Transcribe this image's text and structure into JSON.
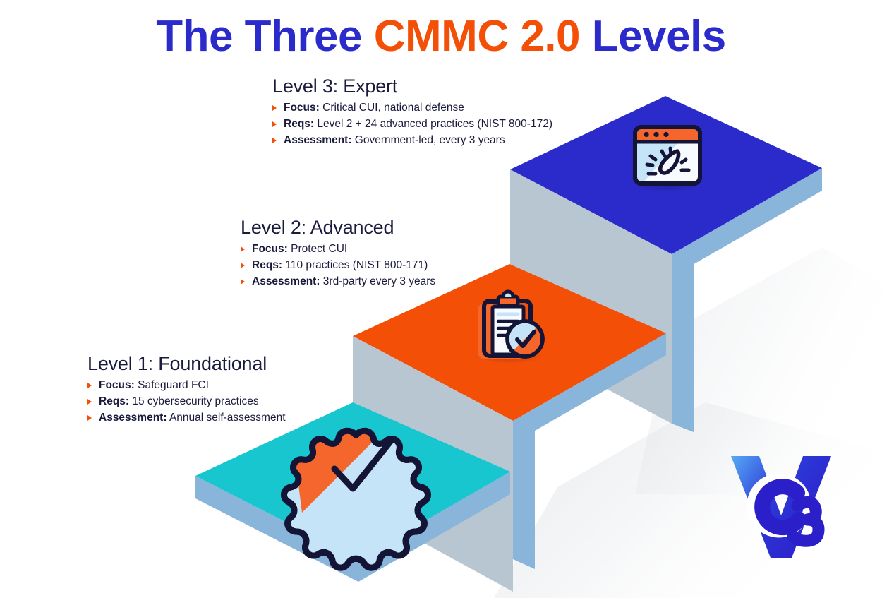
{
  "title": {
    "part1": "The Three ",
    "part2": "CMMC 2.0",
    "part3": " Levels",
    "full": "The Three CMMC 2.0 Levels"
  },
  "colors": {
    "brand_blue": "#2b2bcc",
    "brand_orange": "#f44f06",
    "brand_teal": "#17c6ce",
    "text_navy": "#1a1a3d",
    "step_side_gray": "#bcc8d3",
    "step_side_blue": "#8ab5db",
    "icon_light_blue": "#c5e4f7",
    "icon_white": "#f7fbff",
    "icon_outline": "#141436"
  },
  "levels": [
    {
      "id": "level-3",
      "heading": "Level 3: Expert",
      "step_color": "#2b2bcc",
      "icon": "browser-gauge-icon",
      "bullets": [
        {
          "label": "Focus:",
          "value": " Critical CUI, national defense"
        },
        {
          "label": "Reqs:",
          "value": " Level 2 + 24 advanced practices (NIST 800-172)"
        },
        {
          "label": "Assessment:",
          "value": " Government-led, every 3 years"
        }
      ]
    },
    {
      "id": "level-2",
      "heading": "Level 2: Advanced",
      "step_color": "#f44f06",
      "icon": "clipboard-check-icon",
      "bullets": [
        {
          "label": "Focus:",
          "value": " Protect CUI"
        },
        {
          "label": "Reqs:",
          "value": " 110 practices (NIST 800-171)"
        },
        {
          "label": "Assessment:",
          "value": " 3rd-party every 3 years"
        }
      ]
    },
    {
      "id": "level-1",
      "heading": "Level 1: Foundational",
      "step_color": "#17c6ce",
      "icon": "badge-check-icon",
      "bullets": [
        {
          "label": "Focus:",
          "value": " Safeguard FCI"
        },
        {
          "label": "Reqs:",
          "value": " 15 cybersecurity practices"
        },
        {
          "label": "Assessment:",
          "value": " Annual self-assessment"
        }
      ]
    }
  ],
  "logo": {
    "name": "v3-logo",
    "letter_v": "V",
    "letter_c": "C",
    "letter_3": "3"
  }
}
